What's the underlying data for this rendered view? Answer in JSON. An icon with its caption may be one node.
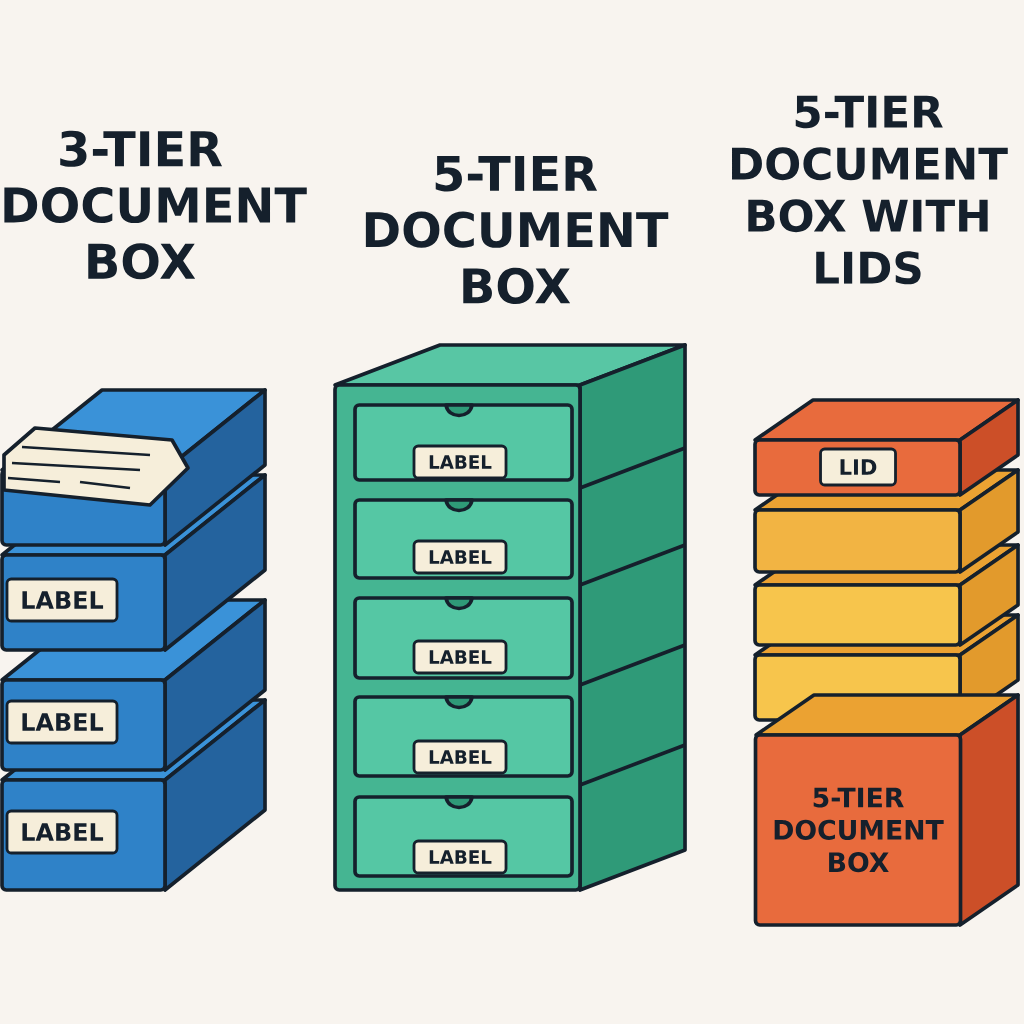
{
  "diagram": {
    "nodes": [
      {
        "text": [
          "LABEL"
        ]
      },
      {
        "text": [
          "LABEL"
        ]
      },
      {
        "text": [
          "LABEL"
        ]
      },
      {
        "text": [
          "LABEL"
        ]
      },
      {
        "text": [
          "LABEL"
        ]
      },
      {
        "text": [
          "LABEL"
        ]
      },
      {
        "text": [
          "LABEL"
        ]
      },
      {
        "text": [
          "LABEL"
        ]
      },
      {
        "text": [
          "LID"
        ]
      },
      {
        "text": [
          "5-TIER DOCUMENT BOX"
        ]
      }
    ],
    "labels": [
      "3-TIER DOCUMENT BOX",
      "5-TIER DOCUMENT BOX",
      "5-TIER DOCUMENT BOX WITH LIDS"
    ]
  }
}
